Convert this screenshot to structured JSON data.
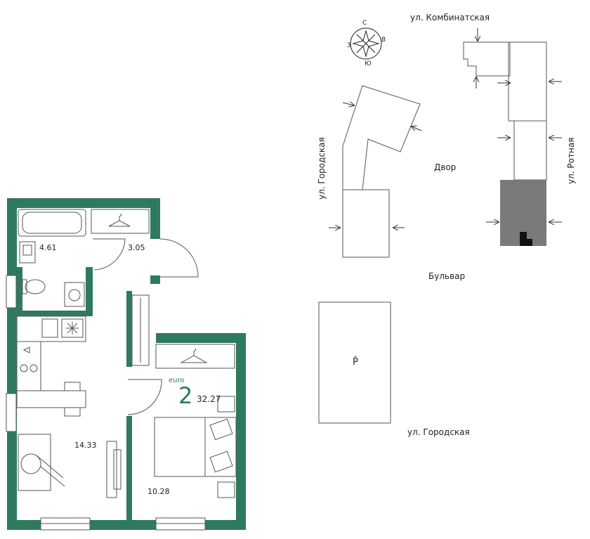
{
  "colors": {
    "wall": "#2f7a5d",
    "accent": "#2f7a5d",
    "line": "#555555",
    "highlight": "#7a7a7a"
  },
  "apartment": {
    "rooms_label": "2",
    "type_label": "euro",
    "total_area": "32.27",
    "areas": {
      "bathroom": "4.61",
      "hall": "3.05",
      "living_kitchen": "14.33",
      "bedroom": "10.28"
    }
  },
  "site": {
    "streets": {
      "top": "ул. Комбинатская",
      "left": "ул. Городская",
      "right": "ул. Ротная",
      "bottom": "ул. Городская"
    },
    "yard": "Двор",
    "boulevard": "Бульвар",
    "parking": "P̂"
  },
  "compass": {
    "n": "С",
    "e": "В",
    "s": "Ю",
    "w": "З"
  }
}
